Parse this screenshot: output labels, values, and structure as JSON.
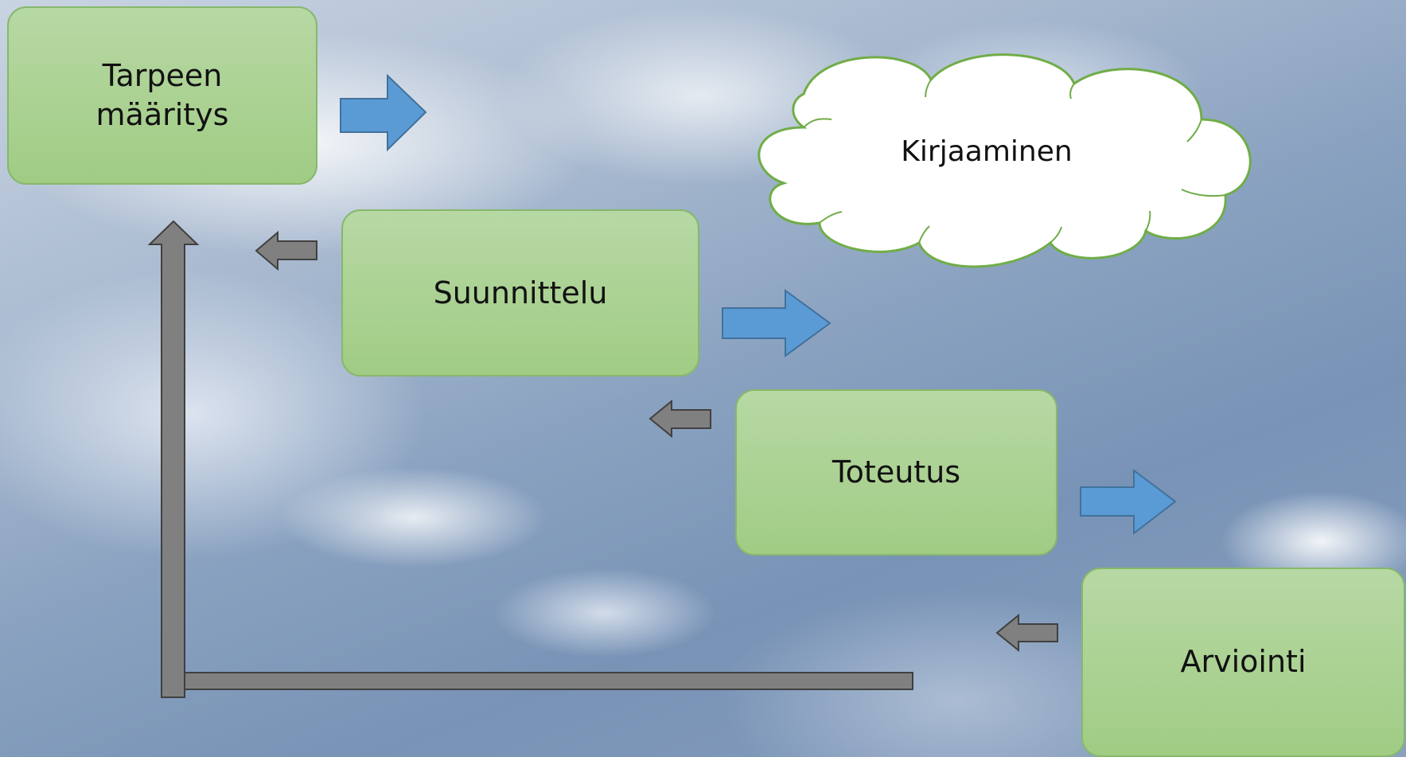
{
  "diagram": {
    "nodes": [
      {
        "id": "tarpeen-maaritys",
        "label": "Tarpeen\nmääritys"
      },
      {
        "id": "suunnittelu",
        "label": "Suunnittelu"
      },
      {
        "id": "toteutus",
        "label": "Toteutus"
      },
      {
        "id": "arviointi",
        "label": "Arviointi"
      }
    ],
    "cloud": {
      "label": "Kirjaaminen"
    },
    "colors": {
      "box_fill": "#a8d08d",
      "box_border": "#86b86a",
      "forward_arrow": "#5b9bd5",
      "back_arrow": "#7f7f7f",
      "cloud_fill": "#ffffff",
      "cloud_border": "#70ad47"
    }
  }
}
